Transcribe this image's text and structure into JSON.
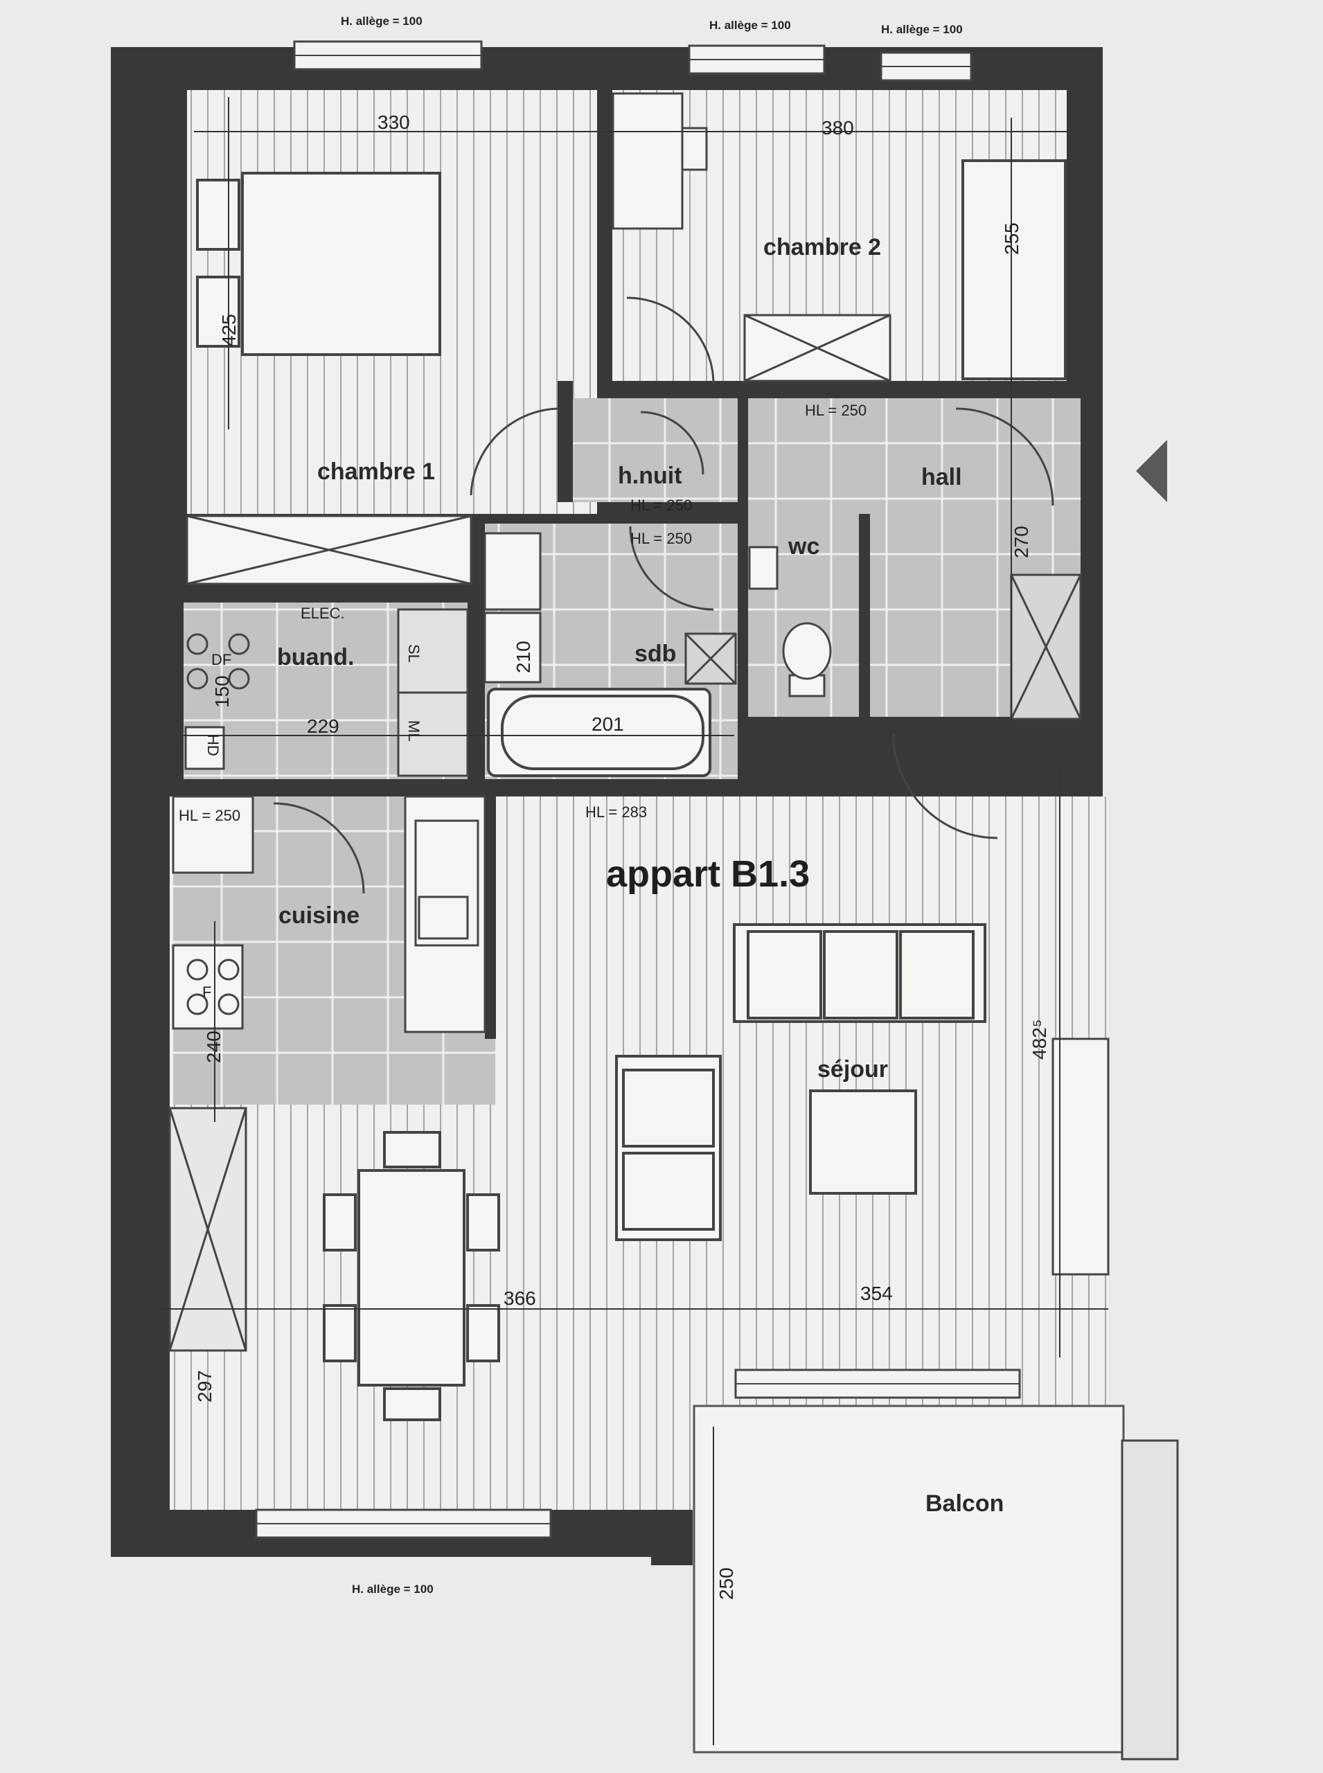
{
  "plan_title": "appart B1.3",
  "rooms": {
    "chambre1": "chambre 1",
    "chambre2": "chambre 2",
    "hnuit": "h.nuit",
    "hall": "hall",
    "wc": "wc",
    "sdb": "sdb",
    "buand": "buand.",
    "cuisine": "cuisine",
    "sejour": "séjour",
    "balcon": "Balcon"
  },
  "window_labels": {
    "top_left": "H. allège = 100",
    "top_middle": "H. allège = 100",
    "top_right": "H. allège = 100",
    "bottom": "H. allège = 100"
  },
  "hl_labels": {
    "hall_top": "HL = 250",
    "hnuit": "HL = 250",
    "sdb": "HL = 250",
    "cuisine": "HL = 250",
    "sejour": "HL = 283"
  },
  "dimensions": {
    "chambre1_width": "330",
    "chambre1_depth": "425",
    "chambre2_width": "380",
    "chambre2_depth": "255",
    "hall_depth": "270",
    "sdb_depth": "210",
    "bath_length": "201",
    "buand_width": "229",
    "buand_depth": "150",
    "cuisine_depth": "240",
    "sejour_depth": "482⁵",
    "living_width_left": "366",
    "living_width_right": "354",
    "dining_depth": "297",
    "balcon_depth": "250"
  },
  "fixtures": {
    "elec": "ELEC.",
    "df": "DF",
    "sl": "SL",
    "ml": "ML",
    "hd": "HD",
    "f": "F"
  },
  "colors": {
    "wall": "#3a3837",
    "paper": "#ecebe8",
    "floor_lines": "#9c9b98",
    "tile": "#b9b8b5",
    "ink": "#2a2a2a"
  }
}
